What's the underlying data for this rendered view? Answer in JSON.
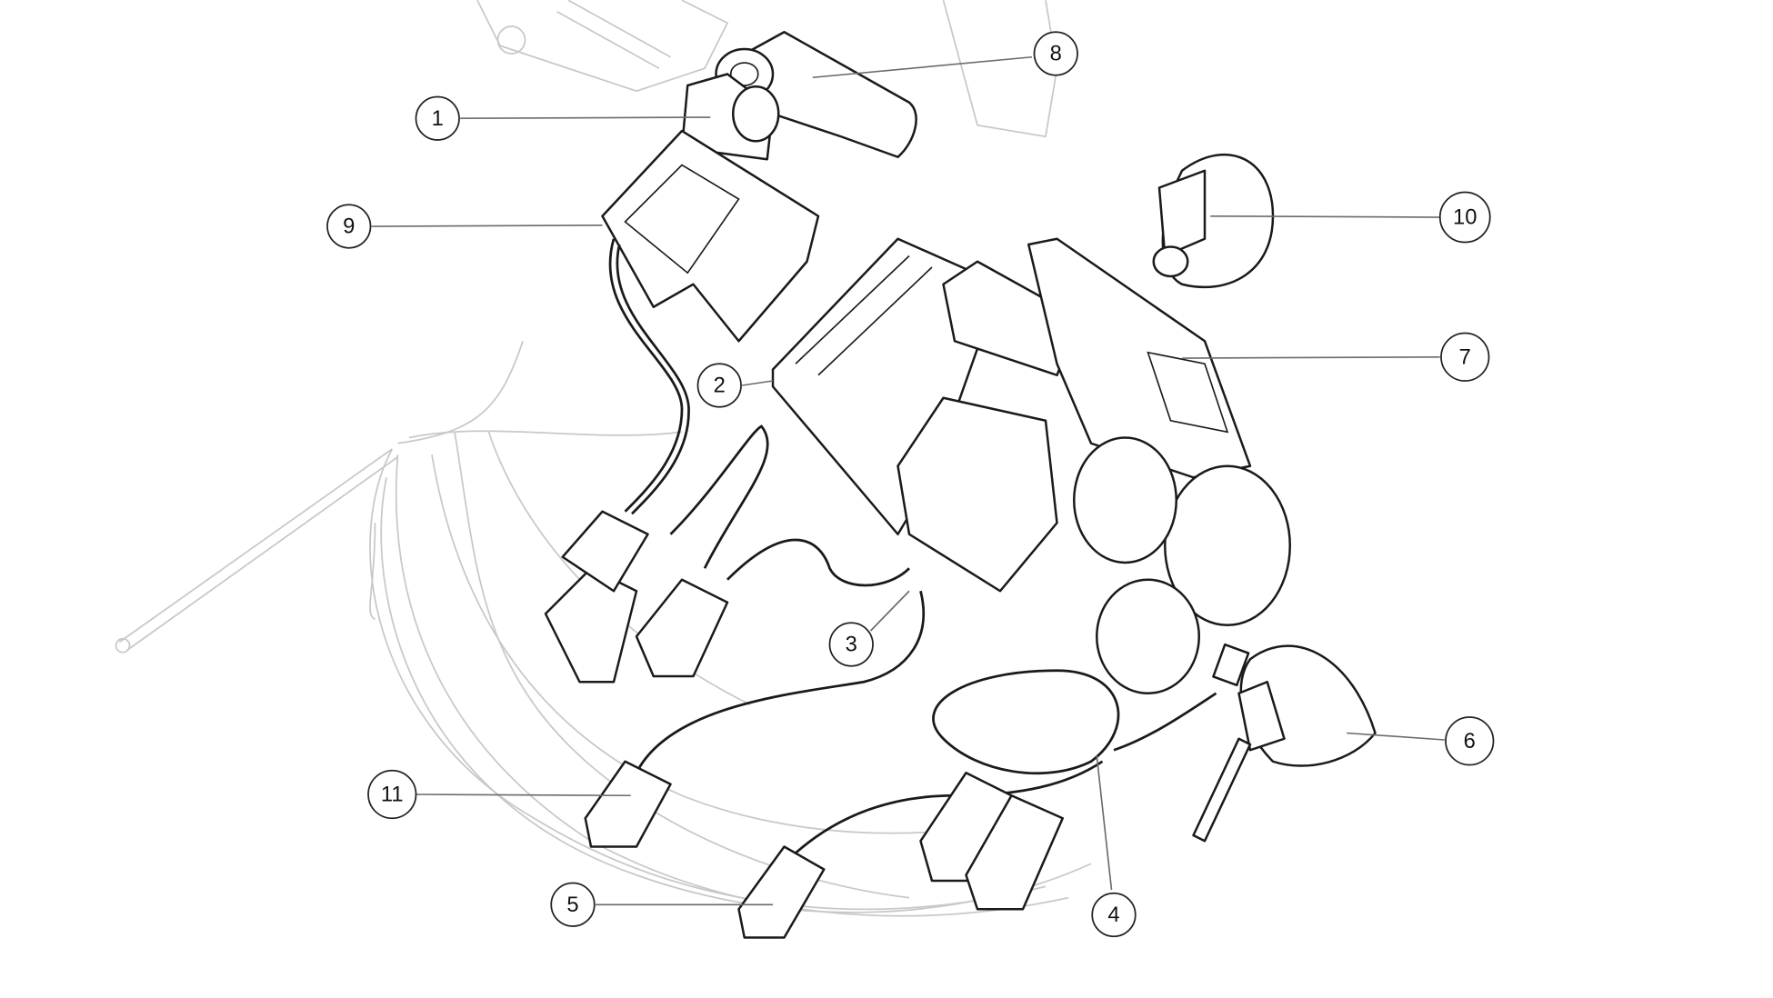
{
  "diagram": {
    "type": "exploded-assembly-view",
    "callouts": [
      "1",
      "2",
      "3",
      "4",
      "5",
      "6",
      "7",
      "8",
      "9",
      "10",
      "11"
    ]
  }
}
